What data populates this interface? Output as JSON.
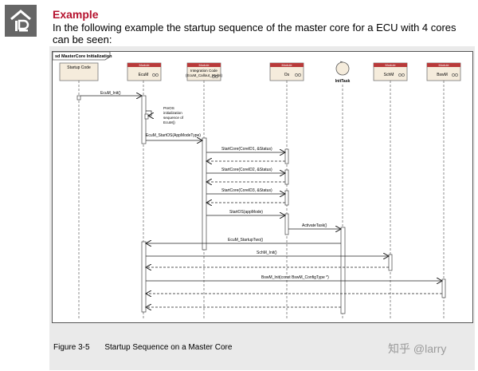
{
  "header": {
    "title": "Example",
    "intro": "In the following example the startup sequence of the master core for a ECU with 4 cores can be seen:"
  },
  "diagram": {
    "frame_label": "sd MasterCore Initialization",
    "stereotype": "Module",
    "participants": {
      "startup_code": "Startup Code",
      "ecum": "EcuM",
      "integration_code_line1": "Integration Code",
      "integration_code_line2": "(EcuM_Callout_Stubs)",
      "os": "Os",
      "inittask": "InitTask",
      "schm": "SchM",
      "bswm": "BswM"
    },
    "messages": {
      "ecum_init": "EcuM_Init()",
      "preos_note": [
        "PreOS",
        "initialization",
        "sequence of",
        "EcuM()"
      ],
      "ecum_startos": "EcuM_StartOS(AppModeType)",
      "startcore1": "StartCore(CoreID1, &Status)",
      "startcore2": "StartCore(CoreID2, &Status)",
      "startcore3": "StartCore(CoreID3, &Status)",
      "startos": "StartOS(appMode)",
      "activatetask": "ActivateTask()",
      "ecum_startuptwo": "EcuM_StartupTwo()",
      "schm_init": "SchM_Init()",
      "bswm_init": "BswM_Init(const BswM_ConfigType *)"
    }
  },
  "caption": {
    "number": "Figure 3-5",
    "text": "Startup Sequence on a Master Core"
  },
  "watermark": "知乎 @larry"
}
